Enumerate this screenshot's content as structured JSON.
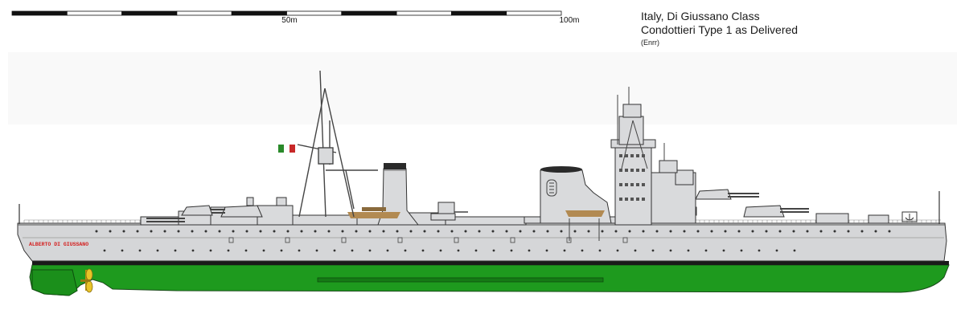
{
  "caption": {
    "line1": "Italy, Di Giussano Class",
    "line2": "Condottieri Type 1 as Delivered",
    "credit": "(Enrr)"
  },
  "scale_bar": {
    "label_mid": "50m",
    "label_end": "100m",
    "segments": 10,
    "colors": [
      "#111111",
      "#ffffff"
    ]
  },
  "ship": {
    "hull_name": "ALBERTO DI GIUSSANO",
    "colors": {
      "upperworks": "#d9dadc",
      "hull": "#d5d6d8",
      "underwater": "#1e9a1e",
      "boot_topping": "#1a1a1a",
      "outline": "#333333",
      "boats": "#b28a52",
      "name": "#d42020",
      "propeller": "#e8c428",
      "flag_green": "#2a8a2a",
      "flag_white": "#ffffff",
      "flag_red": "#c82828"
    }
  }
}
